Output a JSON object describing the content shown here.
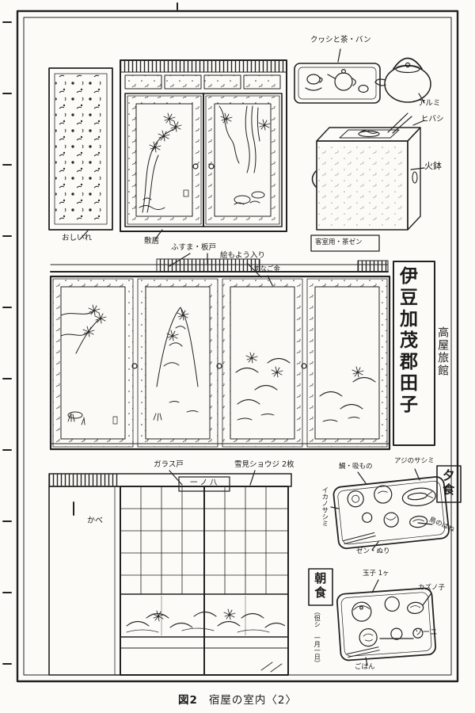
{
  "caption": {
    "no": "図2",
    "title": "宿屋の室内〈2〉"
  },
  "sign": {
    "main": "伊豆加茂郡田子",
    "side": "高屋旅館"
  },
  "labels": {
    "closet": "おしいれ",
    "shikii": "敷居",
    "tea_tray": "クヮシと茶・バン",
    "kettle": "アルミ",
    "hibashi": "ヒバシ",
    "hibachi": "火鉢",
    "tea_note": "客室用・茶ゼン",
    "fusuma": "ふすま・板戸",
    "emoyo": "絵もよう入り",
    "sunago": "すなご金",
    "glass_door": "ガラス戸",
    "yukimi": "雪見ショウジ 2枚",
    "room_plate": "一ノ八",
    "wall": "かべ"
  },
  "meals": {
    "dinner_tag": "夕食",
    "tai": "鯛・吸もの",
    "aji": "アジのサシミ",
    "ika": "イカノサシミ",
    "tori": "鳥のはね",
    "zen": "ゼン・ぬり",
    "breakfast_tag": "朝食",
    "breakfast_note": "（但シ 一月一日）",
    "tamago": "玉子 1ヶ",
    "kazunoko": "カズノ子",
    "zoni": "ゾーニ",
    "gohan": "ごはん"
  },
  "colors": {
    "ink": "#222222",
    "paper": "#fcfbf7"
  }
}
